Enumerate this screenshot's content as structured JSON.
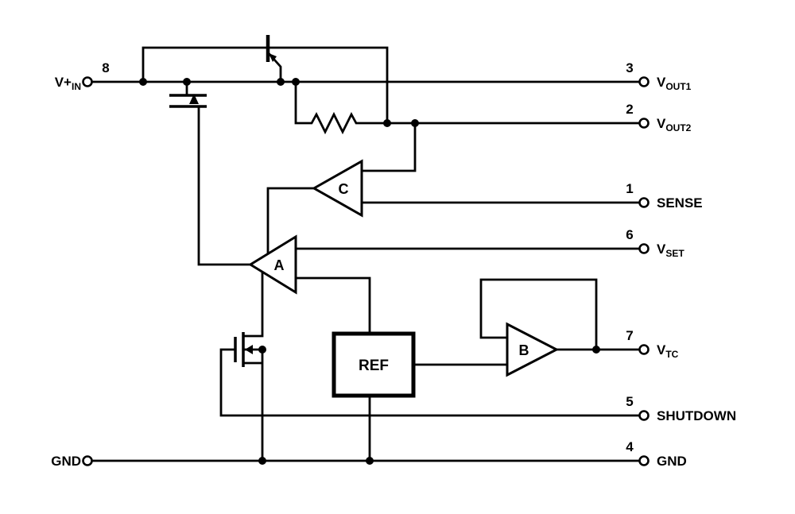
{
  "diagram": {
    "background_color": "#ffffff",
    "line_color": "#000000",
    "type": "ic-block-diagram"
  },
  "pins": {
    "vin": {
      "number": "8",
      "main": "V+",
      "sub": "IN"
    },
    "vout1": {
      "number": "3",
      "main": "V",
      "sub": "OUT1"
    },
    "vout2": {
      "number": "2",
      "main": "V",
      "sub": "OUT2"
    },
    "sense": {
      "number": "1",
      "main": "SENSE",
      "sub": ""
    },
    "vset": {
      "number": "6",
      "main": "V",
      "sub": "SET"
    },
    "vtc": {
      "number": "7",
      "main": "V",
      "sub": "TC"
    },
    "shutdown": {
      "number": "5",
      "main": "SHUTDOWN",
      "sub": ""
    },
    "gnd_right": {
      "number": "4",
      "main": "GND",
      "sub": ""
    },
    "gnd_left": {
      "main": "GND",
      "sub": ""
    }
  },
  "blocks": {
    "amp_a": {
      "label": "A",
      "type": "amplifier"
    },
    "amp_b": {
      "label": "B",
      "type": "amplifier"
    },
    "amp_c": {
      "label": "C",
      "type": "amplifier"
    },
    "ref": {
      "label": "REF",
      "type": "voltage-reference"
    }
  },
  "symbols": [
    "pnp-transistor",
    "pass-mosfet",
    "shutdown-mosfet",
    "resistor",
    "junction-dot",
    "pin-terminal"
  ]
}
